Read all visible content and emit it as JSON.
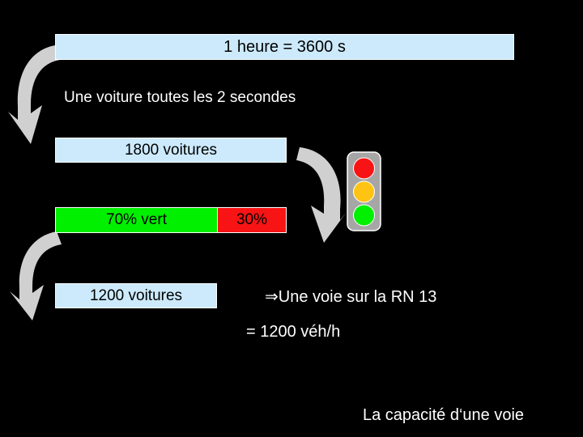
{
  "slide": {
    "background_color": "#000000",
    "title": {
      "text": "1 heure =  3600  s",
      "box_color": "#cceafc",
      "text_color": "#000000"
    },
    "subtitle": {
      "text": "Une voiture toutes les 2 secondes",
      "text_color": "#ffffff"
    },
    "count": {
      "text": "1800 voitures",
      "box_color": "#cceafc",
      "text_color": "#000000"
    },
    "split": {
      "green": {
        "text": "70% vert",
        "box_color": "#00f000",
        "text_color": "#000000"
      },
      "red": {
        "text": "30%",
        "box_color": "#f81414",
        "text_color": "#000000"
      }
    },
    "result": {
      "text": "1200 voitures",
      "box_color": "#cceafc",
      "text_color": "#000000"
    },
    "lane": {
      "text": "⇒Une voie sur la RN 13",
      "text_color": "#ffffff"
    },
    "rate": {
      "text": "= 1200 véh/h",
      "text_color": "#ffffff"
    },
    "capacity": {
      "text": "La capacité d‘une voie",
      "text_color": "#ffffff"
    },
    "traffic_light": {
      "name": "traffic-light",
      "housing_color": "#a6a6a6",
      "lamps": [
        {
          "name": "red-lamp",
          "color": "#f81414"
        },
        {
          "name": "yellow-lamp",
          "color": "#ffc413"
        },
        {
          "name": "green-lamp",
          "color": "#00f000"
        }
      ]
    },
    "arrows": [
      {
        "name": "curved-arrow-top",
        "color": "#d0d0d0"
      },
      {
        "name": "curved-arrow-bottom",
        "color": "#d0d0d0"
      },
      {
        "name": "curved-arrow-middle",
        "color": "#d0d0d0"
      }
    ]
  }
}
